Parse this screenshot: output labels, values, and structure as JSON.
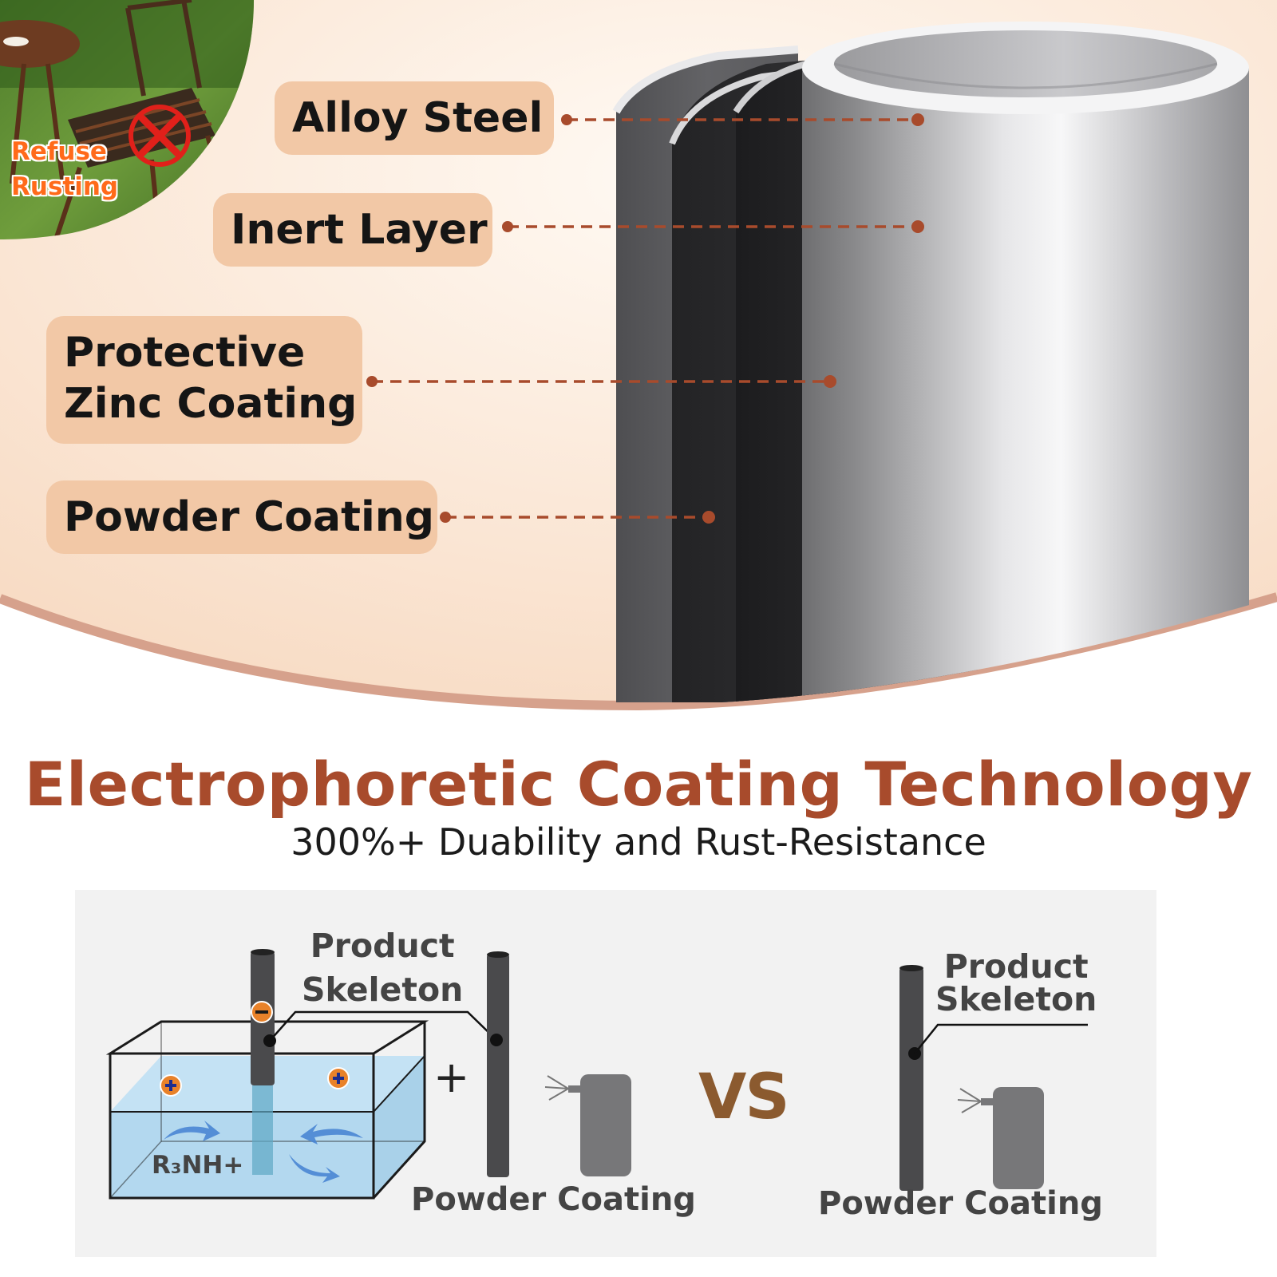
{
  "inset_badge": {
    "line1": "Refuse",
    "line2": "Rusting"
  },
  "layers": {
    "alloy_steel": "Alloy Steel",
    "inert_layer": "Inert Layer",
    "zinc_line1": "Protective",
    "zinc_line2": "Zinc Coating",
    "powder_coating": "Powder Coating"
  },
  "heading": "Electrophoretic Coating Technology",
  "subheading": "300%+ Duability and Rust-Resistance",
  "left_diagram": {
    "skeleton_line1": "Product",
    "skeleton_line2": "Skeleton",
    "solution_label": "R₃NH+",
    "plus_sign": "+",
    "powder_label": "Powder Coating"
  },
  "vs": "VS",
  "right_diagram": {
    "skeleton_line1": "Product",
    "skeleton_line2": "Skeleton",
    "powder_label": "Powder Coating"
  },
  "colors": {
    "accent": "#a84b2c",
    "label_bg": "#f2c8a6",
    "leader_line": "#a84b2c",
    "warning": "#ff6a1a",
    "vs": "#8b5a2f"
  }
}
